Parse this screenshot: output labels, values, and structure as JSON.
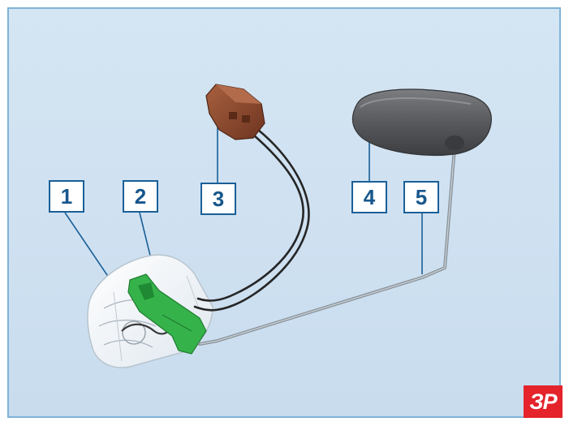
{
  "callouts": [
    {
      "id": "1",
      "label": "1"
    },
    {
      "id": "2",
      "label": "2"
    },
    {
      "id": "3",
      "label": "3"
    },
    {
      "id": "4",
      "label": "4"
    },
    {
      "id": "5",
      "label": "5"
    }
  ],
  "logo": {
    "text": "ЗР"
  },
  "colors": {
    "frame_border": "#7fb3d8",
    "background": "#cfe1f1",
    "callout_border": "#1a5f97",
    "callout_text": "#17578c",
    "logo_bg": "#e4232a",
    "connector": "#8b4a2f",
    "float": "#5f6063",
    "lever_rod": "#9aa3aa",
    "green_holder": "#36b24a",
    "wire": "#2a2a2a"
  }
}
